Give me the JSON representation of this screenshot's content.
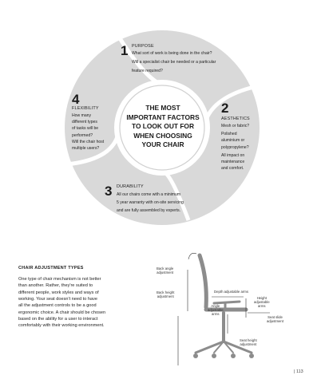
{
  "diagram": {
    "center_title": [
      "THE MOST",
      "IMPORTANT FACTORS",
      "TO LOOK OUT FOR",
      "WHEN CHOOSING",
      "YOUR CHAIR"
    ],
    "factors": [
      {
        "number": "1",
        "heading": "PURPOSE",
        "lines": [
          "What sort of work is being done in the chair?",
          "Will a specialist chair be needed or a particular",
          "feature required?"
        ]
      },
      {
        "number": "2",
        "heading": "AESTHETICS",
        "lines": [
          "Mesh or fabric?",
          "Polished",
          "aluminium or",
          "polypropylene?",
          "All impact on",
          "maintenance",
          "and comfort."
        ]
      },
      {
        "number": "3",
        "heading": "DURABILITY",
        "lines": [
          "All our chairs come with a minimum",
          "5 year warranty with on-site servicing",
          "and are fully assembled by experts."
        ]
      },
      {
        "number": "4",
        "heading": "FLEXIBILITY",
        "lines": [
          "How many",
          "different types",
          "of tasks will be",
          "performed?",
          "Will the chair host",
          "multiple users?"
        ]
      }
    ]
  },
  "adjustment_section": {
    "title": "CHAIR ADJUSTMENT TYPES",
    "paragraph": [
      "One type of chair mechanism is not better",
      "than another. Rather, they're suited to",
      "different people, work styles and ways of",
      "working. Your seat doesn't need to have",
      "all the adjustment controls to be a good",
      "ergonomic choice. A chair should be chosen",
      "based on the ability for a user to interact",
      "comfortably with their working environment."
    ]
  },
  "chair_labels": {
    "back_angle": [
      "Back angle",
      "adjustment"
    ],
    "back_height": [
      "Back height",
      "adjustment"
    ],
    "depth_arms": [
      "Depth adjustable arms"
    ],
    "height_arms": [
      "Height",
      "adjustable",
      "arms"
    ],
    "angle_arms": [
      "Angle",
      "adjustable",
      "arms"
    ],
    "seat_slide": [
      "Seat slide",
      "adjustment"
    ],
    "seat_height": [
      "Seat height",
      "adjustment"
    ]
  },
  "page_number": "| 113",
  "colors": {
    "ring": "#d9d9d9",
    "ink": "#1e1e1e",
    "chair": "#8c8c8c"
  }
}
